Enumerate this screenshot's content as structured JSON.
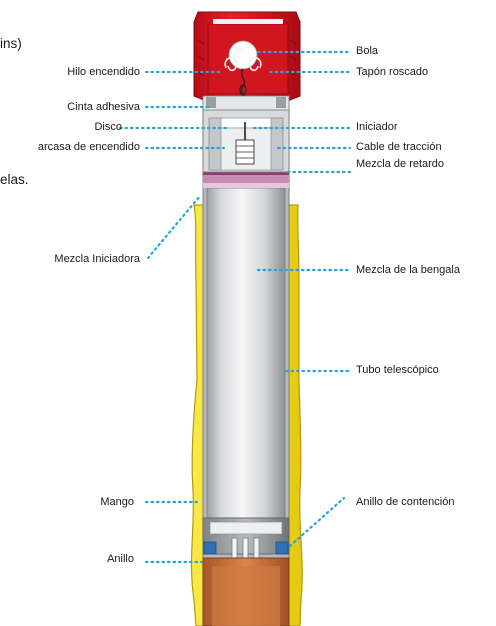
{
  "fragments": {
    "top": "ins)",
    "middle": "elas."
  },
  "labels_left": {
    "hilo_encendido": "Hilo encendido",
    "cinta_adhesiva": "Cinta adhesiva",
    "disco": "Disco",
    "carcasa": "arcasa de encendido",
    "mezcla_iniciadora": "Mezcla Iniciadora",
    "mango": "Mango",
    "anillo": "Anillo"
  },
  "labels_right": {
    "bola": "Bola",
    "tapon_roscado": "Tapón roscado",
    "iniciador": "Iniciador",
    "cable_traccion": "Cable de tracción",
    "mezcla_retardo": "Mezcla de retardo",
    "mezcla_bengala": "Mezcla de la bengala",
    "tubo_telescopico": "Tubo telescópico",
    "anillo_contencion": "Anillo de contención"
  },
  "colors": {
    "leader": "#29a3e0",
    "cap_red": "#e0141e",
    "cap_dark_red": "#b30d14",
    "handle_yellow": "#f6e32a",
    "handle_outline": "#b29a10",
    "tube_grey": "#cfd0d2",
    "tube_light": "#f0f0f1",
    "delay_pink": "#d9a6c8",
    "delay_dark": "#a5487f",
    "base_copper": "#c8703a"
  }
}
